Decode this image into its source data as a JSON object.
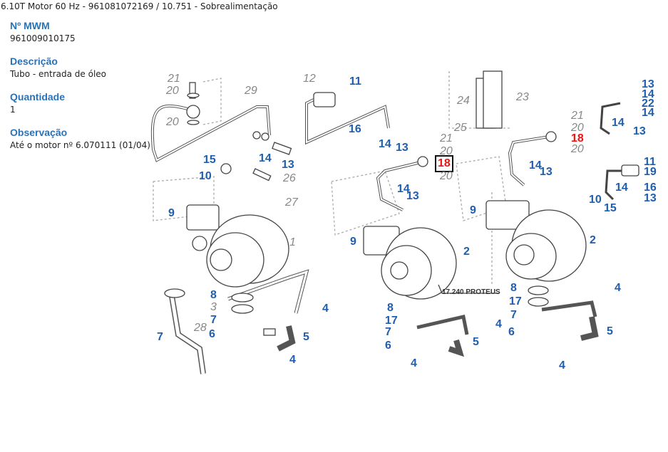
{
  "breadcrumb": "6.10T Motor 60 Hz - 961081072169  /  10.751 - Sobrealimentação",
  "details": {
    "mwm_label": "Nº MWM",
    "mwm_value": "961009010175",
    "desc_label": "Descrição",
    "desc_value": "Tubo - entrada de óleo",
    "qty_label": "Quantidade",
    "qty_value": "1",
    "obs_label": "Observação",
    "obs_value": "Até o motor nº 6.070111 (01/04)"
  },
  "diagram": {
    "note": "17.240 PROTEUS",
    "colors": {
      "part": "#1f5fae",
      "reference": "#888888",
      "selected": "#ee1111"
    },
    "callouts": [
      "21",
      "20",
      "20",
      "29",
      "14",
      "13",
      "15",
      "10",
      "26",
      "27",
      "9",
      "1",
      "8",
      "3",
      "7",
      "6",
      "4",
      "5",
      "4",
      "7",
      "28",
      "12",
      "11",
      "16",
      "14",
      "13",
      "21",
      "20",
      "18",
      "20",
      "14",
      "13",
      "9",
      "2",
      "8",
      "17",
      "7",
      "6",
      "4",
      "5",
      "4",
      "24",
      "23",
      "25",
      "21",
      "20",
      "18",
      "20",
      "14",
      "13",
      "9",
      "10",
      "15",
      "2",
      "13",
      "14",
      "22",
      "14",
      "14",
      "13",
      "11",
      "19",
      "14",
      "16",
      "13",
      "4",
      "8",
      "17",
      "7",
      "6",
      "5",
      "4"
    ]
  }
}
